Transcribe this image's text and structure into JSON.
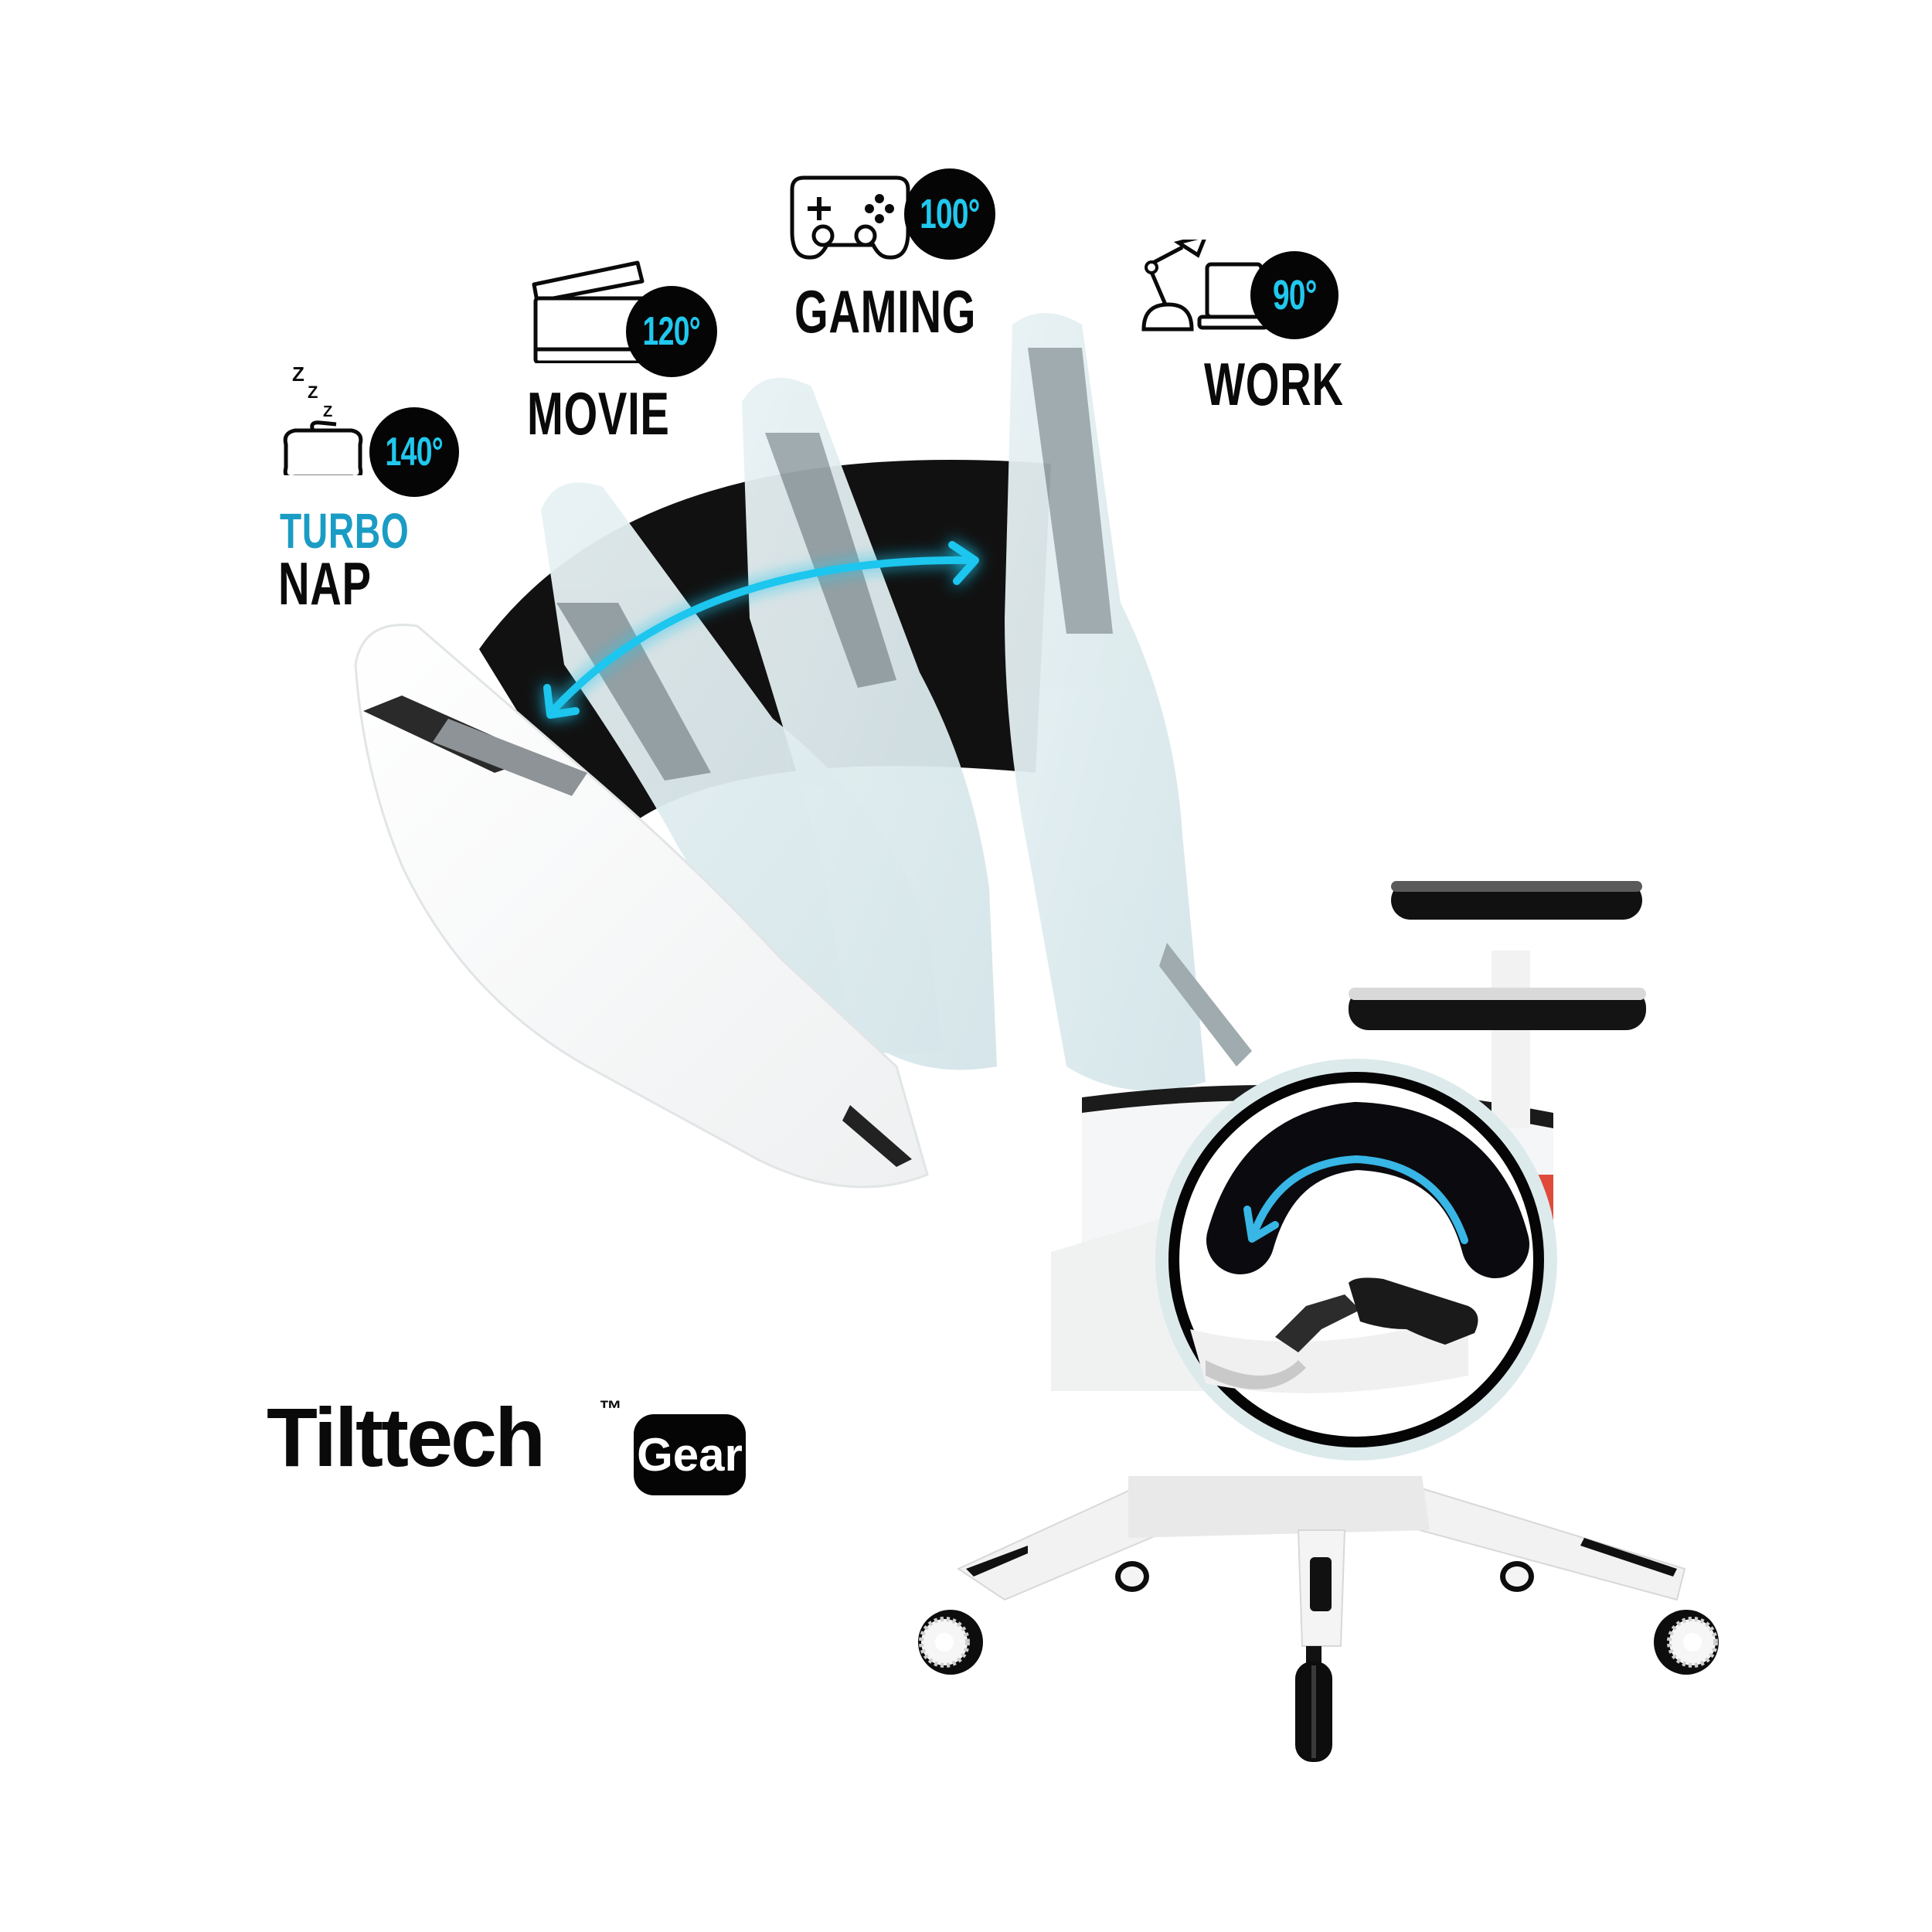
{
  "positions": [
    {
      "id": "turbo-nap",
      "icon": "pillow-sleep-icon",
      "angle": "140°",
      "label_line1": "TURBO",
      "label_line2": "NAP"
    },
    {
      "id": "movie",
      "icon": "clapperboard-icon",
      "angle": "120°",
      "label": "MOVIE"
    },
    {
      "id": "gaming",
      "icon": "gamepad-icon",
      "angle": "100°",
      "label": "GAMING"
    },
    {
      "id": "work",
      "icon": "desk-lamp-laptop-icon",
      "angle": "90°",
      "label": "WORK"
    }
  ],
  "brand": {
    "name": "Tilttech",
    "trademark": "™",
    "badge": "Gear"
  },
  "callout": {
    "icon": "tilt-lever-rotation-icon",
    "arrow_direction": "counter-clockwise"
  },
  "colors": {
    "accent_cyan": "#20c8ee",
    "turbo_blue": "#1a9cc4",
    "black": "#050505",
    "ghost_chair": "#dbe9ec",
    "background": "#ffffff"
  }
}
